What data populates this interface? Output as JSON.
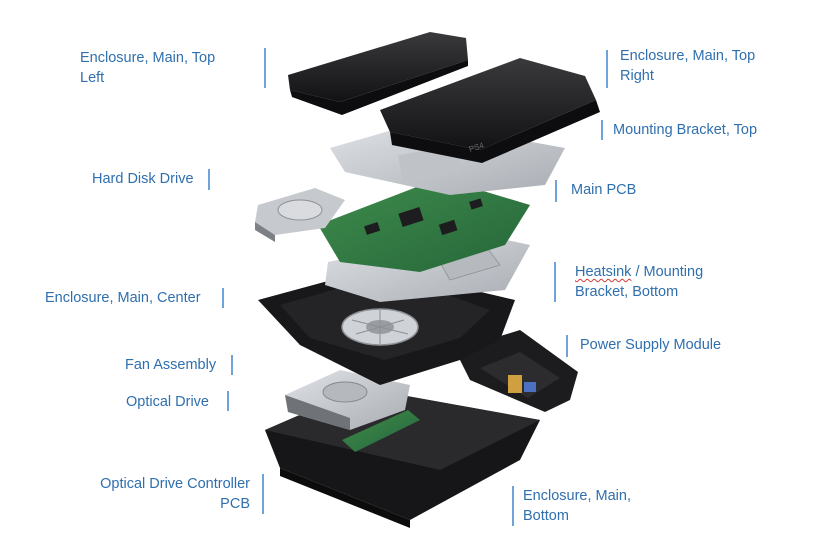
{
  "colors": {
    "label": "#2f6fae",
    "leader": "#4a8ed0",
    "plastic": "#1b1b1d",
    "pcb": "#2f7a3e",
    "metal": "#c9ccd1"
  },
  "labels": {
    "enclosure_top_left": [
      "Enclosure, Main, Top",
      "Left"
    ],
    "enclosure_top_right": [
      "Enclosure, Main, Top",
      "Right"
    ],
    "mounting_bracket_top": "Mounting Bracket, Top",
    "hard_disk_drive": "Hard Disk Drive",
    "main_pcb": "Main PCB",
    "heatsink": {
      "word": "Heatsink",
      "rest": " / Mounting",
      "line2": "Bracket, Bottom"
    },
    "enclosure_center": "Enclosure, Main, Center",
    "power_supply": "Power Supply Module",
    "fan_assembly": "Fan Assembly",
    "optical_drive": "Optical Drive",
    "optical_drive_controller": [
      "Optical Drive Controller",
      "PCB"
    ],
    "enclosure_bottom": [
      "Enclosure, Main,",
      "Bottom"
    ],
    "console_badge": "PS4"
  }
}
